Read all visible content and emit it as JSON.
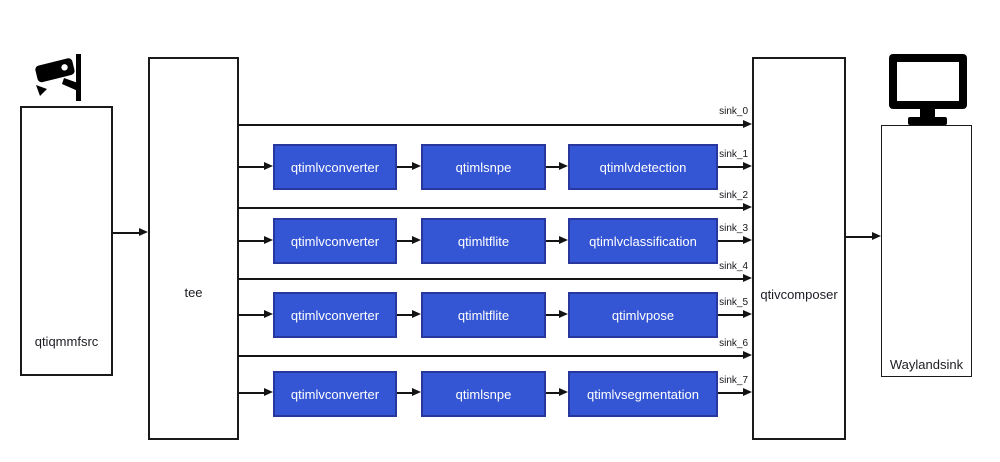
{
  "diagram": {
    "source_label": "qtiqmmfsrc",
    "tee_label": "tee",
    "composer_label": "qtivcomposer",
    "display_label": "Waylandsink",
    "pads": [
      "sink_0",
      "sink_1",
      "sink_2",
      "sink_3",
      "sink_4",
      "sink_5",
      "sink_6",
      "sink_7"
    ],
    "pipelines": [
      {
        "stages": [
          "qtimlvconverter",
          "qtimlsnpe",
          "qtimlvdetection"
        ]
      },
      {
        "stages": [
          "qtimlvconverter",
          "qtimltflite",
          "qtimlvclassification"
        ]
      },
      {
        "stages": [
          "qtimlvconverter",
          "qtimltflite",
          "qtimlvpose"
        ]
      },
      {
        "stages": [
          "qtimlvconverter",
          "qtimlsnpe",
          "qtimlvsegmentation"
        ]
      }
    ],
    "icons": {
      "camera": "cctv-camera-icon",
      "display": "monitor-icon"
    },
    "colors": {
      "node_fill": "#3556D4",
      "node_border": "#27379E",
      "line": "#141414",
      "background": "#ffffff"
    }
  }
}
